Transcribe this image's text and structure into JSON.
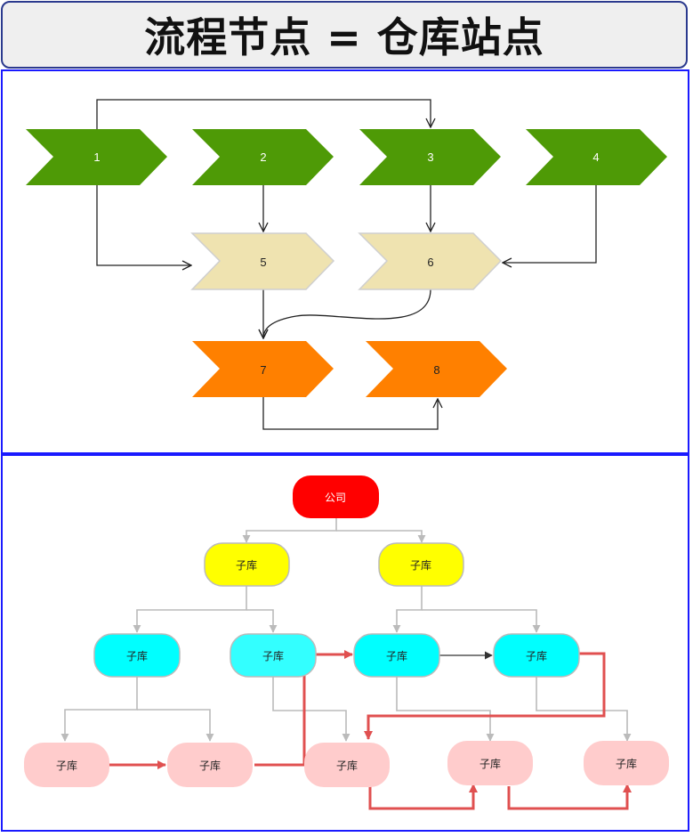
{
  "title": "流程节点 = 仓库站点",
  "flow": {
    "nodes": [
      {
        "id": "n1",
        "label": "1",
        "kind": "green"
      },
      {
        "id": "n2",
        "label": "2",
        "kind": "green"
      },
      {
        "id": "n3",
        "label": "3",
        "kind": "green"
      },
      {
        "id": "n4",
        "label": "4",
        "kind": "green"
      },
      {
        "id": "n5",
        "label": "5",
        "kind": "beige"
      },
      {
        "id": "n6",
        "label": "6",
        "kind": "beige"
      },
      {
        "id": "n7",
        "label": "7",
        "kind": "orange"
      },
      {
        "id": "n8",
        "label": "8",
        "kind": "orange"
      }
    ],
    "colors": {
      "green": "#4e9a06",
      "beige": "#efe3b0",
      "orange": "#ff8000",
      "line": "#222222"
    }
  },
  "tree": {
    "root": {
      "label": "公司",
      "color": "#ff0000"
    },
    "level1": [
      {
        "label": "子库"
      },
      {
        "label": "子库"
      }
    ],
    "level2": [
      {
        "label": "子库"
      },
      {
        "label": "子库"
      },
      {
        "label": "子库"
      },
      {
        "label": "子库"
      }
    ],
    "level3": [
      {
        "label": "子库"
      },
      {
        "label": "子库"
      },
      {
        "label": "子库"
      },
      {
        "label": "子库"
      },
      {
        "label": "子库"
      }
    ],
    "colors": {
      "level1": "#ffff00",
      "level2": "#00ffff",
      "level3": "#ffcccc",
      "connector": "#bbbbbb",
      "route": "#e05050"
    }
  }
}
